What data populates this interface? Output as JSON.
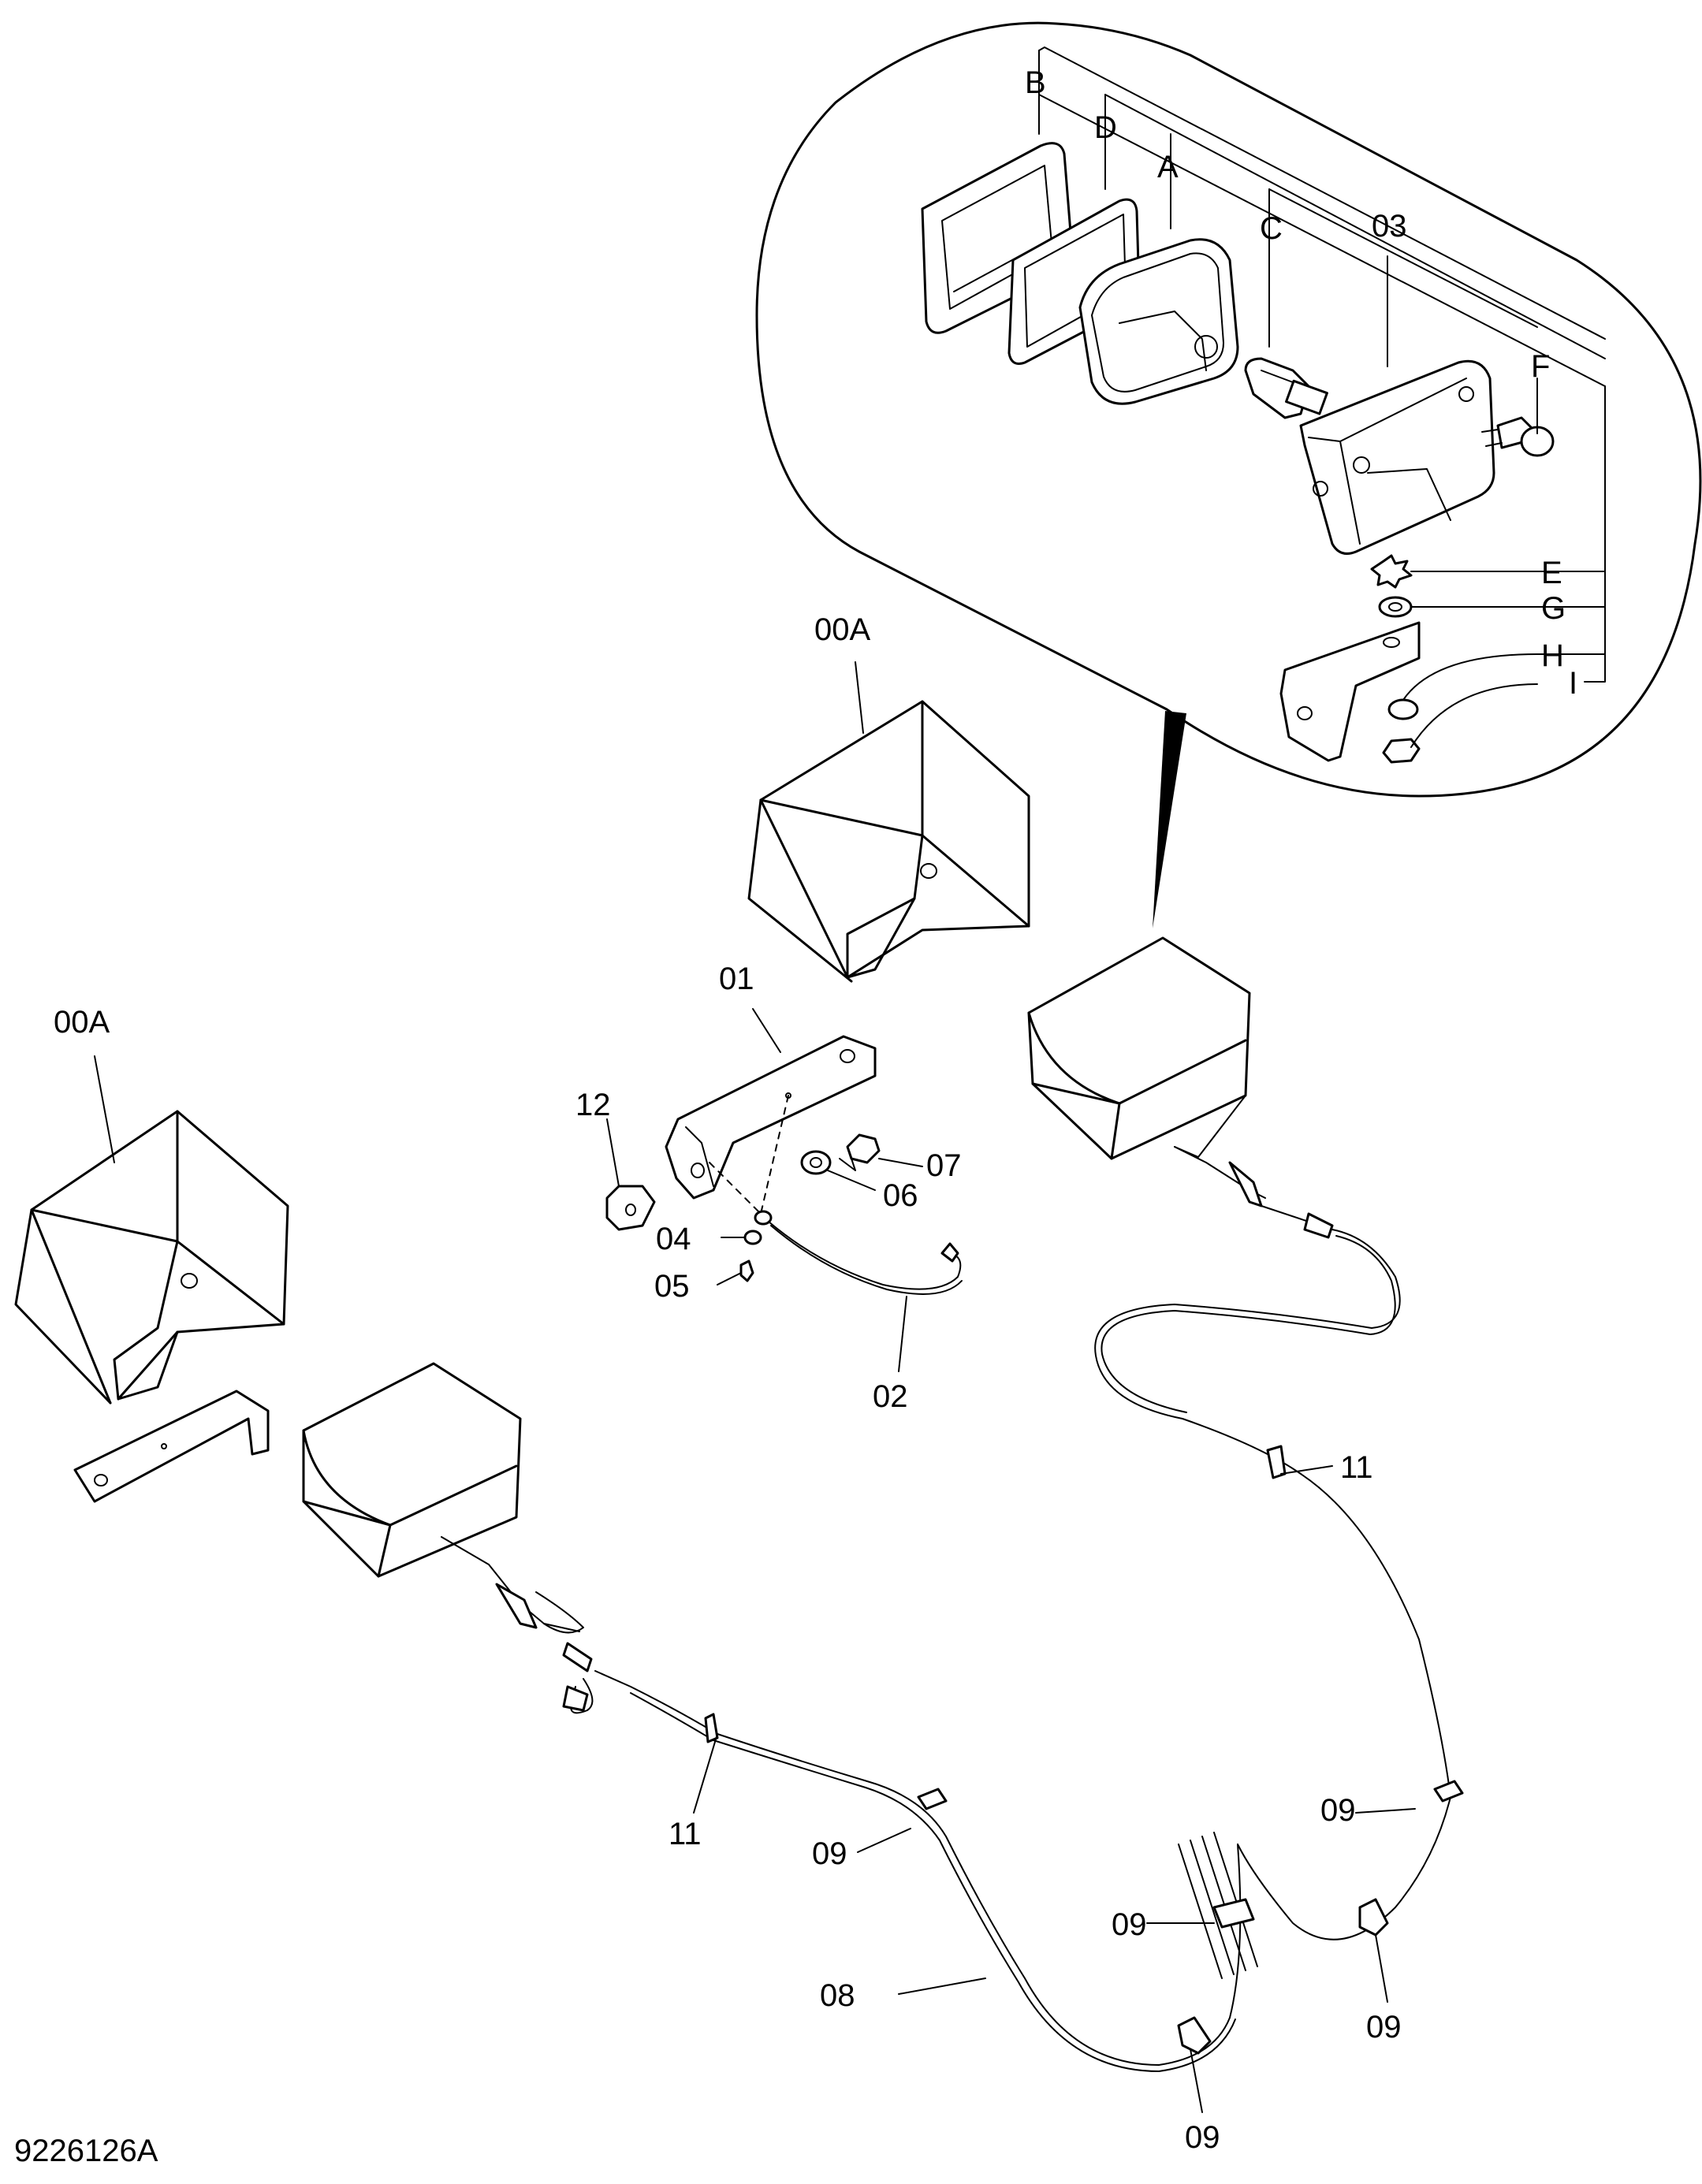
{
  "drawing": {
    "code": "9226126A",
    "detail_letters": {
      "a": "A",
      "b": "B",
      "c": "C",
      "d": "D",
      "e": "E",
      "f": "F",
      "g": "G",
      "h": "H",
      "i": "I"
    },
    "part_numbers": {
      "p00a_right": "00A",
      "p00a_left": "00A",
      "p01": "01",
      "p02": "02",
      "p03": "03",
      "p04": "04",
      "p05": "05",
      "p06": "06",
      "p07": "07",
      "p08": "08",
      "p09_a": "09",
      "p09_b": "09",
      "p09_c": "09",
      "p09_d": "09",
      "p09_e": "09",
      "p11_left": "11",
      "p11_right": "11",
      "p12": "12"
    }
  }
}
